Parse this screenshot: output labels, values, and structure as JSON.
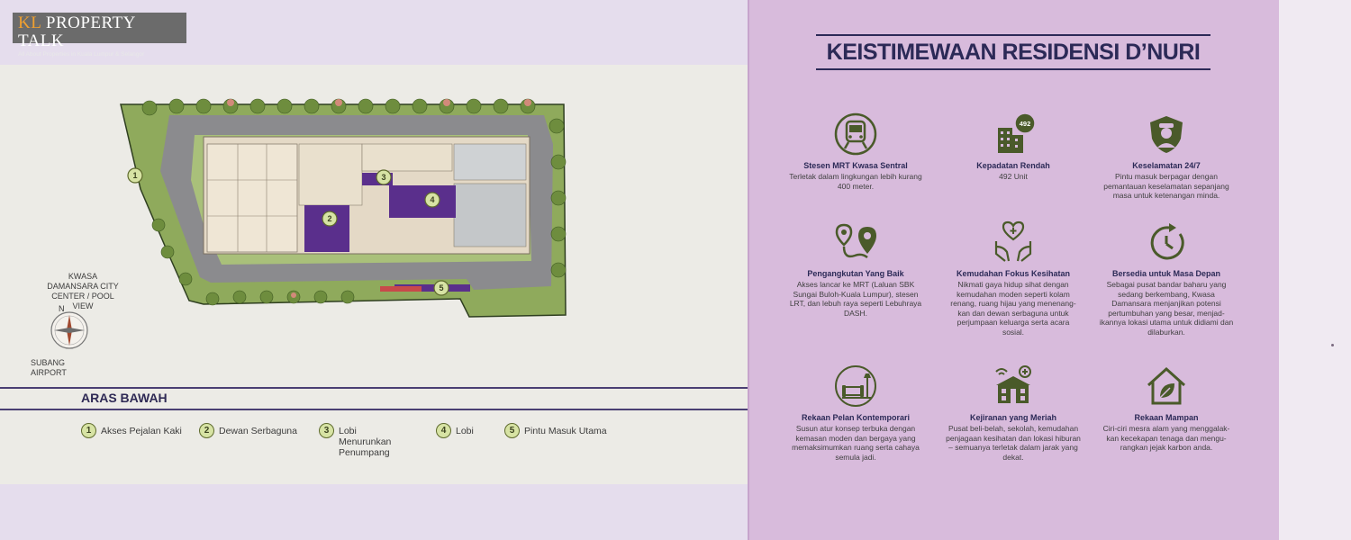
{
  "logo": {
    "main_k": "KL",
    "main_rest": " PROPERTY TALK",
    "subtitle": "All About Properties in Kuala Lumpur & Selangor"
  },
  "siteplan": {
    "compass_north": "N",
    "label_top": "KWASA DAMANSARA CITY CENTER / POOL VIEW",
    "label_bottom": "SUBANG AIRPORT",
    "markers": [
      "1",
      "2",
      "3",
      "4",
      "5"
    ]
  },
  "legend": {
    "title": "ARAS BAWAH",
    "items": [
      {
        "num": "1",
        "label": "Akses Pejalan Kaki"
      },
      {
        "num": "2",
        "label": "Dewan Serbaguna"
      },
      {
        "num": "3",
        "label": "Lobi Menurunkan Penumpang"
      },
      {
        "num": "4",
        "label": "Lobi"
      },
      {
        "num": "5",
        "label": "Pintu Masuk Utama"
      }
    ]
  },
  "features": {
    "title": "KEISTIMEWAAN RESIDENSI D’NURI",
    "items": [
      {
        "icon": "train-icon",
        "title": "Stesen MRT Kwasa Sentral",
        "desc": "Terletak dalam lingkungan lebih kurang 400 meter."
      },
      {
        "icon": "building-icon",
        "badge": "492",
        "title": "Kepadatan Rendah",
        "desc": "492 Unit"
      },
      {
        "icon": "security-guard-icon",
        "title": "Keselamatan 24/7",
        "desc": "Pintu masuk berpagar dengan pemantauan keselamatan sepanjang masa untuk ketenangan minda."
      },
      {
        "icon": "route-pin-icon",
        "title": "Pengangkutan Yang Baik",
        "desc": "Akses lancar ke MRT (Laluan SBK Sungai Buloh-Kuala Lumpur), stesen LRT, dan lebuh raya seperti Lebuhraya DASH."
      },
      {
        "icon": "health-hands-icon",
        "title": "Kemudahan Fokus Kesihatan",
        "desc": "Nikmati gaya hidup sihat dengan kemudahan moden seperti kolam renang, ruang hijau yang menenang-kan dan dewan serbaguna untuk perjumpaan keluarga serta acara sosial."
      },
      {
        "icon": "future-clock-icon",
        "title": "Bersedia untuk Masa Depan",
        "desc": "Sebagai pusat bandar baharu yang sedang berkembang, Kwasa Damansara menjanjikan potensi pertumbuhan yang besar, menjad-ikannya lokasi utama untuk didiami dan dilaburkan."
      },
      {
        "icon": "interior-design-icon",
        "title": "Rekaan Pelan Kontemporari",
        "desc": "Susun atur konsep terbuka dengan kemasan moden dan bergaya yang memaksimumkan ruang serta cahaya semula jadi."
      },
      {
        "icon": "amenities-icon",
        "title": "Kejiranan yang Meriah",
        "desc": "Pusat beli-belah, sekolah, kemudahan penjagaan kesihatan dan lokasi hiburan – semuanya terletak dalam jarak yang dekat."
      },
      {
        "icon": "eco-house-icon",
        "title": "Rekaan Mampan",
        "desc": "Ciri-ciri mesra alam yang menggalak-kan kecekapan tenaga dan mengu-rangkan jejak karbon anda."
      }
    ]
  }
}
